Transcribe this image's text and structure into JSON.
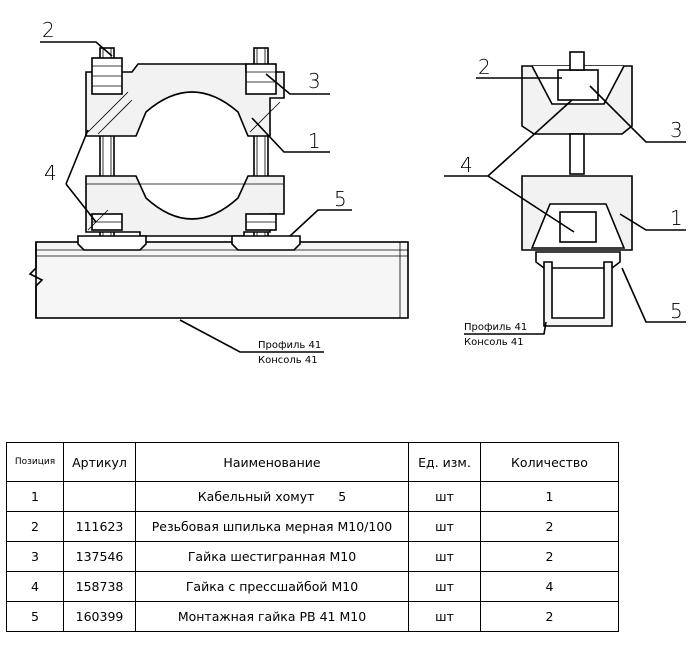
{
  "drawing": {
    "callouts": [
      "1",
      "2",
      "3",
      "4",
      "5"
    ],
    "profile_label": "Профиль 41",
    "console_label": "Консоль 41"
  },
  "table": {
    "headers": [
      "Позиция",
      "Артикул",
      "Наименование",
      "Ед. изм.",
      "Количество"
    ],
    "rows": [
      [
        "1",
        "",
        "Кабельный хомут      5",
        "шт",
        "1"
      ],
      [
        "2",
        "111623",
        "Резьбовая шпилька мерная М10/100",
        "шт",
        "2"
      ],
      [
        "3",
        "137546",
        "Гайка шестигранная М10",
        "шт",
        "2"
      ],
      [
        "4",
        "158738",
        "Гайка с прессшайбой М10",
        "шт",
        "4"
      ],
      [
        "5",
        "160399",
        "Монтажная гайка РВ 41 М10",
        "шт",
        "2"
      ]
    ]
  }
}
